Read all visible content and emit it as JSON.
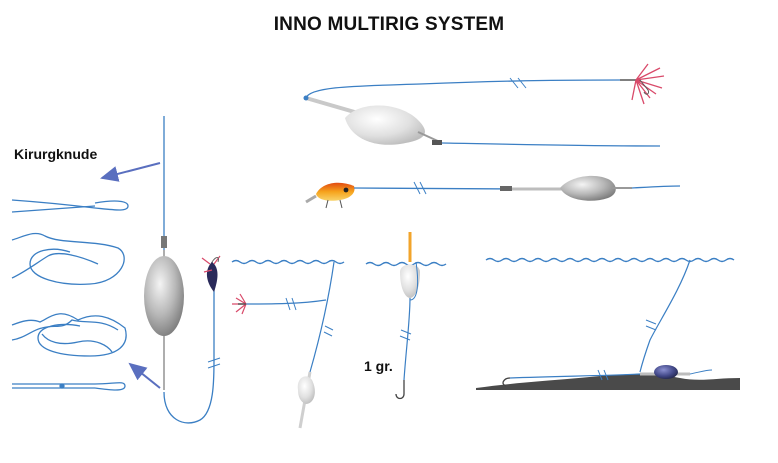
{
  "title": "INNO MULTIRIG SYSTEM",
  "labels": {
    "knot": "Kirurgknude",
    "weight": "1 gr."
  },
  "colors": {
    "line": "#3b7fc4",
    "arrow": "#5a6fbf",
    "sinker_light": "#e8e8e8",
    "sinker_dark": "#8a8a8a",
    "seabed": "#4a4a4a",
    "lure_orange": "#f08a1c",
    "fly_pink": "#d94a6a",
    "float_orange": "#f2a42b",
    "water": "#3b7fc4"
  },
  "icons": [
    "knot-diagram",
    "sinker",
    "fly-lure",
    "plug-lure",
    "float",
    "hook",
    "swivel"
  ]
}
